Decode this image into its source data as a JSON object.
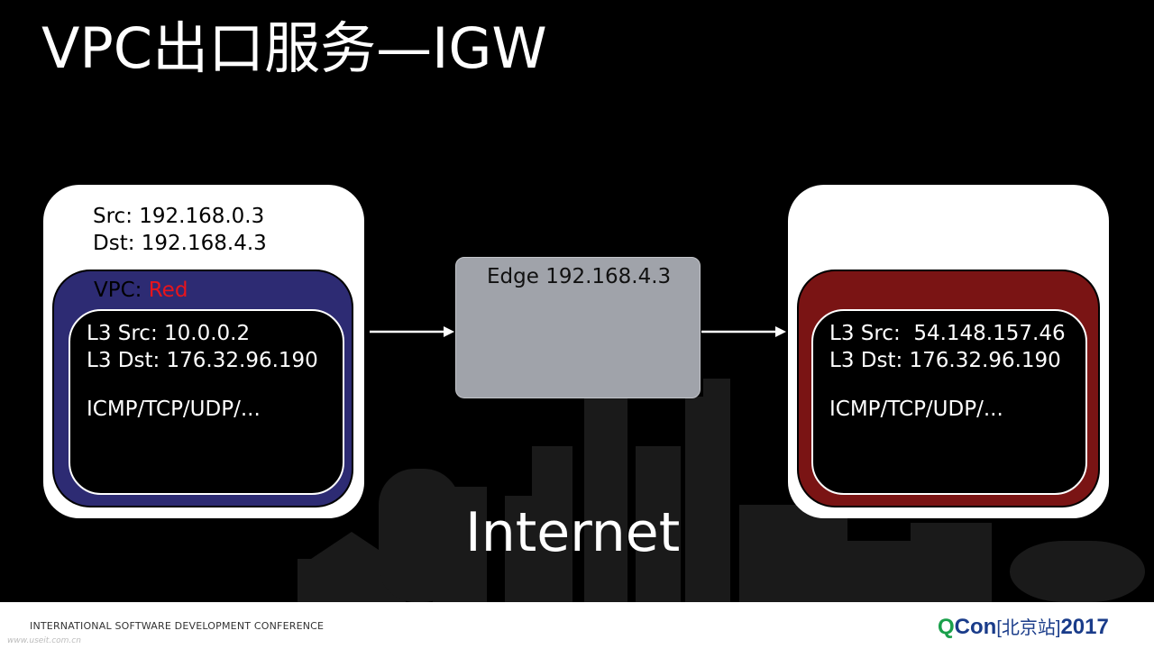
{
  "slide": {
    "title": "VPC出口服务—IGW"
  },
  "left_host": {
    "src": "Src: 192.168.0.3",
    "dst": "Dst: 192.168.4.3",
    "vpc_prefix": "VPC: ",
    "vpc_name": "Red",
    "l3_src": "L3 Src: 10.0.0.2",
    "l3_dst": "L3 Dst: 176.32.96.190",
    "protocols": "ICMP/TCP/UDP/..."
  },
  "edge": {
    "label": "Edge 192.168.4.3"
  },
  "right_host": {
    "l3_src_label": "L3 Src:",
    "l3_src_value": "54.148.157.46",
    "l3_dst": "L3 Dst: 176.32.96.190",
    "protocols": "ICMP/TCP/UDP/..."
  },
  "internet_label": "Internet",
  "footer": {
    "conference": "INTERNATIONAL SOFTWARE DEVELOPMENT CONFERENCE",
    "url": "www.useit.com.cn",
    "brand_q": "Q",
    "brand_con": "Con",
    "brand_city": "[北京站]",
    "brand_year": "2017"
  },
  "colors": {
    "background": "#000000",
    "vpc_red_frame": "#2d2b73",
    "vpc_red_label": "#e8141c",
    "right_frame": "#7a1414",
    "edge_box": "#a0a3aa",
    "qcon_green": "#1aa04b",
    "qcon_blue": "#1a3c8a"
  }
}
